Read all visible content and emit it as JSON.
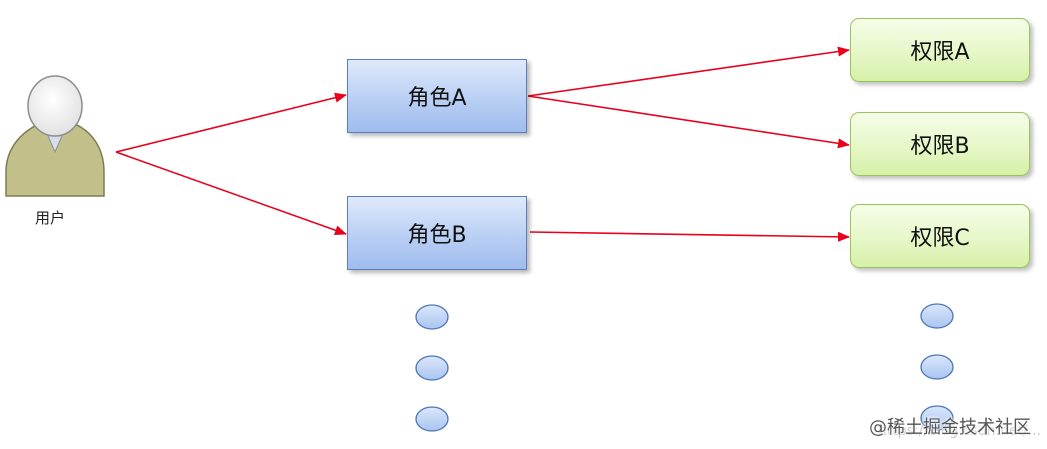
{
  "user": {
    "label": "用户",
    "icon": "user-icon"
  },
  "roles": [
    {
      "label": "角色A"
    },
    {
      "label": "角色B"
    }
  ],
  "permissions": [
    {
      "label": "权限A"
    },
    {
      "label": "权限B"
    },
    {
      "label": "权限C"
    }
  ],
  "arrows": [
    {
      "from": "用户",
      "to": "角色A"
    },
    {
      "from": "用户",
      "to": "角色B"
    },
    {
      "from": "角色A",
      "to": "权限A"
    },
    {
      "from": "角色A",
      "to": "权限B"
    },
    {
      "from": "角色B",
      "to": "权限C"
    }
  ],
  "colors": {
    "arrow": "#e8001c",
    "role_fill": "#b9cff4",
    "role_border": "#5a7fc0",
    "permission_fill": "#e6f7c8",
    "permission_border": "#9ac35a",
    "ellipsis_dot": "#b3cdf3",
    "user_body": "#c2c08a",
    "user_head": "#f2f2f2"
  },
  "watermark": {
    "faint": "https://blog.csdn.net/...",
    "main": "@稀土掘金技术社区"
  }
}
